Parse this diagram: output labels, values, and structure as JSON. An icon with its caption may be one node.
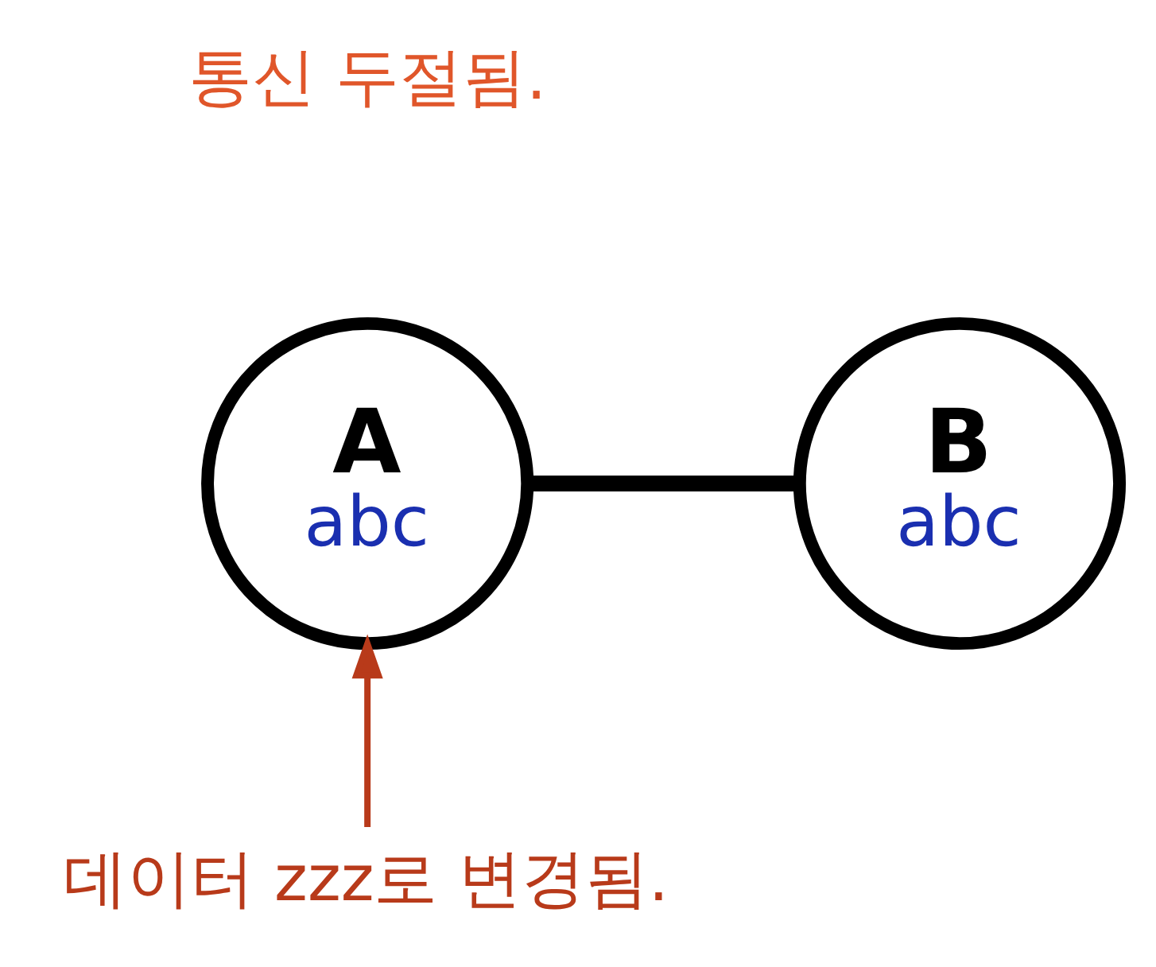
{
  "diagram": {
    "nodes": [
      {
        "text": [
          "A",
          "abc"
        ]
      },
      {
        "text": [
          "B",
          "abc"
        ]
      },
      {
        "text": [
          "데이터 zzz로 변경됨."
        ]
      }
    ],
    "edges": [
      {
        "from": 0,
        "to": 1,
        "arrow": "none",
        "style": "thick"
      },
      {
        "from": 2,
        "to": 0,
        "arrow": "to",
        "color": "#b83a1a"
      }
    ],
    "labels": [
      "통신 두절됨."
    ]
  }
}
